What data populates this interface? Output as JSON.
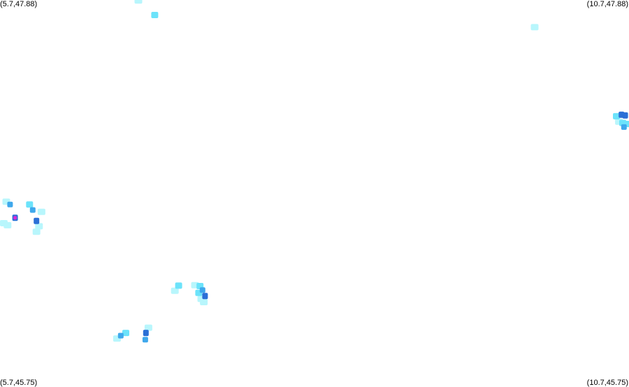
{
  "map": {
    "corners": {
      "top_left": "(5.7,47.88)",
      "top_right": "(10.7,47.88)",
      "bottom_left": "(5.7,45.75)",
      "bottom_right": "(10.7,45.75)"
    },
    "bounds": {
      "lon_min": 5.7,
      "lon_max": 10.7,
      "lat_min": 45.75,
      "lat_max": 47.88
    },
    "palette": {
      "lightest": "#b8f6fc",
      "light": "#6ce3fa",
      "medium": "#3fa8ec",
      "dark": "#2b6fd6",
      "peak": "#d62bd6"
    },
    "precip_cells": [
      {
        "lon": 6.8,
        "lat": 47.877,
        "level": "lightest"
      },
      {
        "lon": 6.93,
        "lat": 47.797,
        "level": "light"
      },
      {
        "lon": 9.95,
        "lat": 47.73,
        "level": "lightest"
      },
      {
        "lon": 10.64,
        "lat": 47.246,
        "level": "dark"
      },
      {
        "lon": 10.67,
        "lat": 47.242,
        "level": "dark"
      },
      {
        "lon": 10.6,
        "lat": 47.238,
        "level": "light"
      },
      {
        "lon": 10.62,
        "lat": 47.208,
        "level": "lightest"
      },
      {
        "lon": 10.65,
        "lat": 47.201,
        "level": "light"
      },
      {
        "lon": 10.68,
        "lat": 47.195,
        "level": "light"
      },
      {
        "lon": 10.66,
        "lat": 47.178,
        "level": "medium"
      },
      {
        "lon": 5.75,
        "lat": 46.766,
        "level": "lightest"
      },
      {
        "lon": 5.78,
        "lat": 46.75,
        "level": "medium"
      },
      {
        "lon": 5.73,
        "lat": 46.647,
        "level": "lightest"
      },
      {
        "lon": 5.76,
        "lat": 46.636,
        "level": "lightest"
      },
      {
        "lon": 5.82,
        "lat": 46.677,
        "level": "dark"
      },
      {
        "lon": 5.82,
        "lat": 46.677,
        "level": "peak"
      },
      {
        "lon": 5.935,
        "lat": 46.75,
        "level": "light"
      },
      {
        "lon": 5.96,
        "lat": 46.72,
        "level": "medium"
      },
      {
        "lon": 6.03,
        "lat": 46.71,
        "level": "lightest"
      },
      {
        "lon": 5.99,
        "lat": 46.66,
        "level": "dark"
      },
      {
        "lon": 6.01,
        "lat": 46.63,
        "level": "lightest"
      },
      {
        "lon": 5.99,
        "lat": 46.6,
        "level": "lightest"
      },
      {
        "lon": 7.09,
        "lat": 46.274,
        "level": "lightest"
      },
      {
        "lon": 7.12,
        "lat": 46.302,
        "level": "light"
      },
      {
        "lon": 7.25,
        "lat": 46.305,
        "level": "lightest"
      },
      {
        "lon": 7.28,
        "lat": 46.262,
        "level": "light"
      },
      {
        "lon": 7.31,
        "lat": 46.278,
        "level": "medium"
      },
      {
        "lon": 7.29,
        "lat": 46.3,
        "level": "light"
      },
      {
        "lon": 7.33,
        "lat": 46.245,
        "level": "dark"
      },
      {
        "lon": 7.3,
        "lat": 46.229,
        "level": "lightest"
      },
      {
        "lon": 7.32,
        "lat": 46.211,
        "level": "lightest"
      },
      {
        "lon": 6.7,
        "lat": 46.041,
        "level": "light"
      },
      {
        "lon": 6.66,
        "lat": 46.026,
        "level": "medium"
      },
      {
        "lon": 6.63,
        "lat": 46.01,
        "level": "lightest"
      },
      {
        "lon": 6.88,
        "lat": 46.07,
        "level": "lightest"
      },
      {
        "lon": 6.86,
        "lat": 46.041,
        "level": "dark"
      },
      {
        "lon": 6.855,
        "lat": 46.004,
        "level": "medium"
      }
    ]
  }
}
